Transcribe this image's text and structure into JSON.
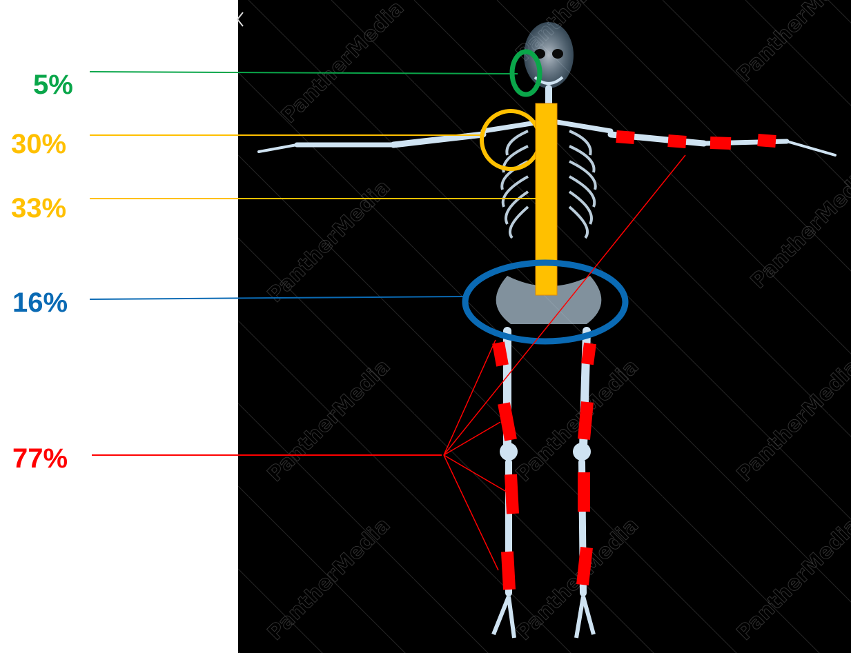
{
  "colors": {
    "green": "#0aa64a",
    "yellow": "#ffc000",
    "blue": "#0a6ab4",
    "red": "#ff0000",
    "photo_background": "#000000"
  },
  "annotations": [
    {
      "id": "skull",
      "label": "5%",
      "color": "green",
      "marker": "ellipse"
    },
    {
      "id": "shoulder",
      "label": "30%",
      "color": "yellow",
      "marker": "circle"
    },
    {
      "id": "spine",
      "label": "33%",
      "color": "yellow",
      "marker": "bar"
    },
    {
      "id": "pelvis",
      "label": "16%",
      "color": "blue",
      "marker": "ellipse"
    },
    {
      "id": "limbs",
      "label": "77%",
      "color": "red",
      "marker": "dashed-lines"
    }
  ],
  "watermark": "PantherMedia",
  "photo_back_icon": "chevron-left-icon"
}
